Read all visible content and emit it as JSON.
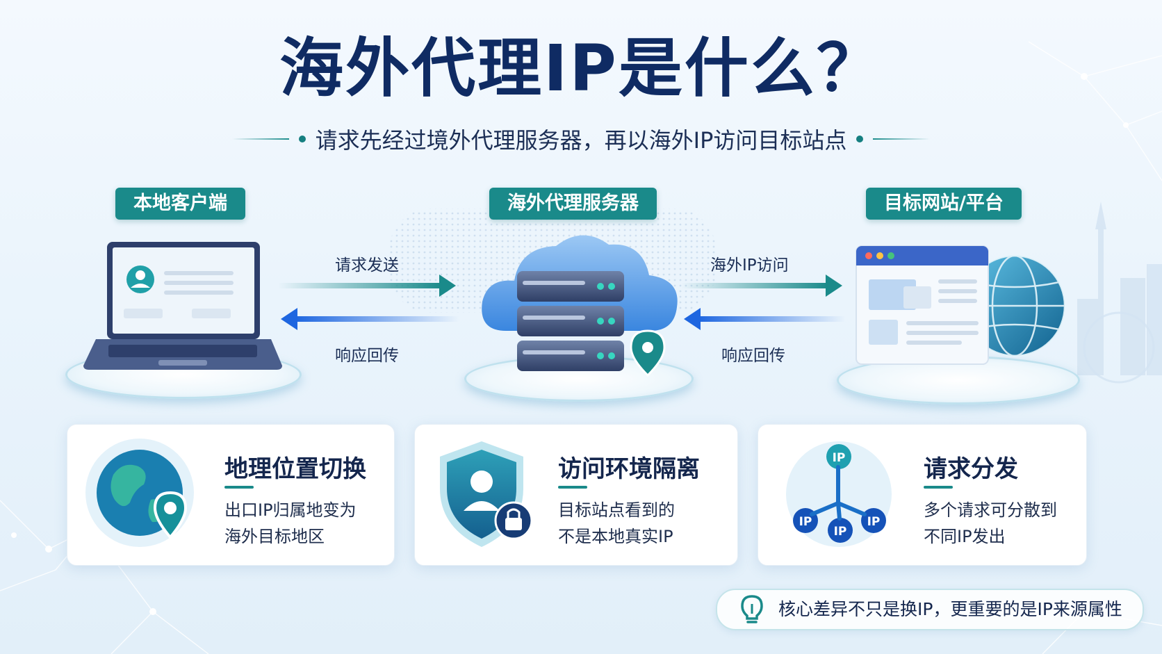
{
  "title": "海外代理IP是什么？",
  "subtitle": "请求先经过境外代理服务器，再以海外IP访问目标站点",
  "nodes": {
    "client": "本地客户端",
    "proxy": "海外代理服务器",
    "target": "目标网站/平台"
  },
  "arrows": {
    "send": "请求发送",
    "response_left": "响应回传",
    "overseas_access": "海外IP访问",
    "response_right": "响应回传"
  },
  "cards": [
    {
      "title": "地理位置切换",
      "line1": "出口IP归属地变为",
      "line2": "海外目标地区",
      "icon": "globe-pin-icon"
    },
    {
      "title": "访问环境隔离",
      "line1": "目标站点看到的",
      "line2": "不是本地真实IP",
      "icon": "shield-user-lock-icon"
    },
    {
      "title": "请求分发",
      "line1": "多个请求可分散到",
      "line2": "不同IP发出",
      "icon": "ip-network-icon"
    }
  ],
  "ip_badge": "IP",
  "footer": "核心差异不只是换IP，更重要的是IP来源属性",
  "colors": {
    "title": "#0f2b63",
    "teal": "#1a8a8a",
    "blue_arrow": "#1e66e0",
    "green_arrow": "#1a8a8a"
  }
}
